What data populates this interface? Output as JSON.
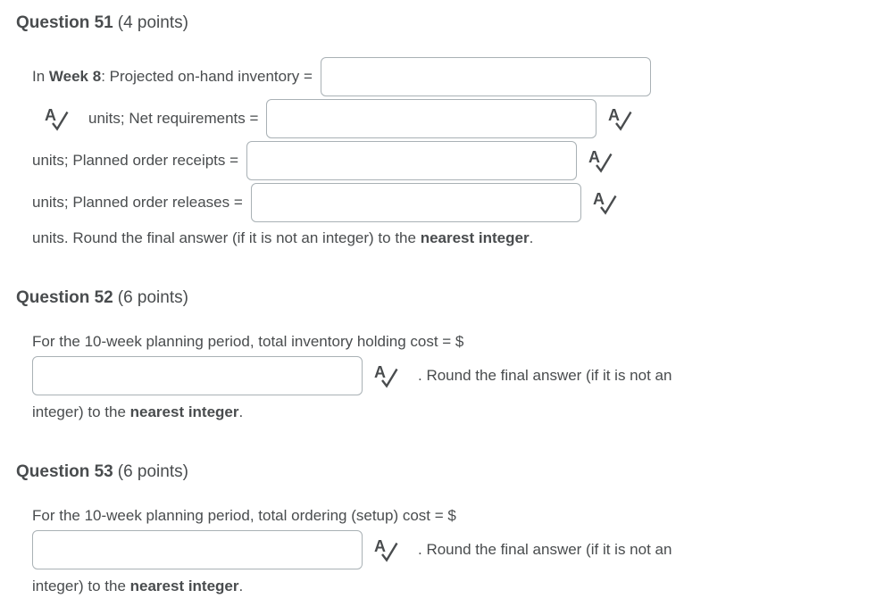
{
  "colors": {
    "background": "#ffffff",
    "text": "#494c4e",
    "input_border": "#a9b1b5"
  },
  "icon": {
    "name": "spellcheck-icon",
    "letter": "A",
    "check_glyph": "✓"
  },
  "questions": [
    {
      "title": "Question 51",
      "points": "(4 points)",
      "line1": {
        "pre": "In ",
        "bold": "Week 8",
        "post": ": Projected on-hand inventory ="
      },
      "line2_label": "units; Net requirements =",
      "line3_label": "units; Planned order receipts =",
      "line4_label": "units; Planned order releases =",
      "line5": {
        "pre": "units. Round the final answer (if it is not an integer) to the ",
        "bold": "nearest integer",
        "post": "."
      },
      "blanks": {
        "projected_on_hand_inventory": "",
        "net_requirements": "",
        "planned_order_receipts": "",
        "planned_order_releases": ""
      }
    },
    {
      "title": "Question 52",
      "points": "(6 points)",
      "line1": "For the 10-week planning period, total inventory holding cost = $",
      "line2": ". Round the final answer (if it is not an",
      "line3": {
        "pre": "integer) to the ",
        "bold": "nearest integer",
        "post": "."
      },
      "blanks": {
        "total_inventory_holding_cost": ""
      }
    },
    {
      "title": "Question 53",
      "points": "(6 points)",
      "line1": "For the 10-week planning period, total ordering (setup) cost = $",
      "line2": ". Round the final answer (if it is not an",
      "line3": {
        "pre": "integer) to the ",
        "bold": "nearest integer",
        "post": "."
      },
      "blanks": {
        "total_ordering_setup_cost": ""
      }
    }
  ]
}
